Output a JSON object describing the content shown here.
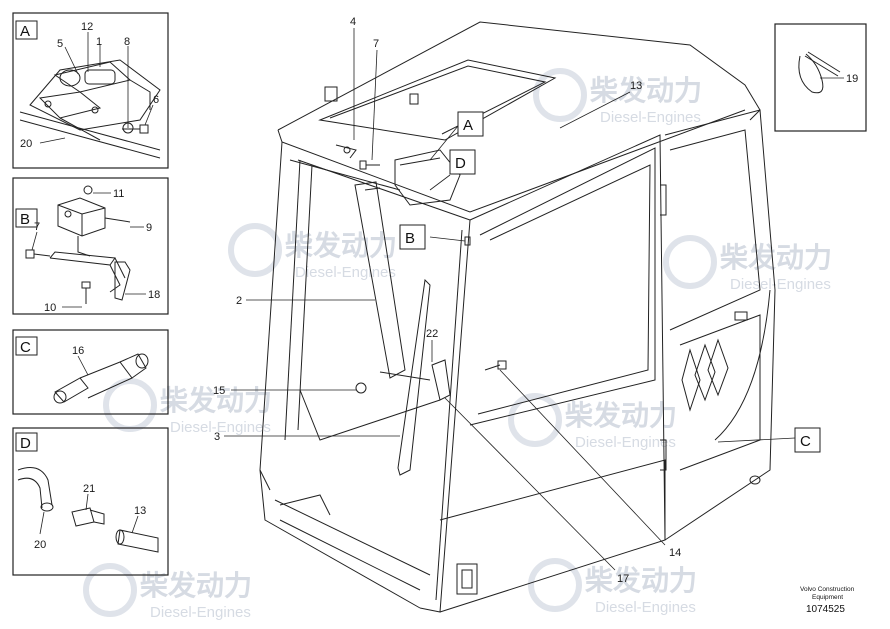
{
  "watermark": {
    "cn": "柴发动力",
    "en": "Diesel-Engines"
  },
  "detail_boxes": [
    {
      "letter": "A",
      "labels": [
        "5",
        "12",
        "1",
        "8",
        "6",
        "20"
      ]
    },
    {
      "letter": "B",
      "labels": [
        "11",
        "7",
        "9",
        "18",
        "10"
      ]
    },
    {
      "letter": "C",
      "labels": [
        "16"
      ]
    },
    {
      "letter": "D",
      "labels": [
        "21",
        "13",
        "20"
      ]
    }
  ],
  "part19_box": {
    "label": "19"
  },
  "callout_letters": [
    "A",
    "D",
    "B",
    "C"
  ],
  "main_labels": {
    "l4": "4",
    "l7": "7",
    "l13": "13",
    "l2": "2",
    "l15": "15",
    "l3": "3",
    "l22": "22",
    "l14": "14",
    "l17": "17"
  },
  "footer": {
    "line1": "Volvo Construction",
    "line2": "Equipment",
    "number": "1074525"
  },
  "colors": {
    "line": "#222222",
    "watermark": "#d6dbe3"
  }
}
